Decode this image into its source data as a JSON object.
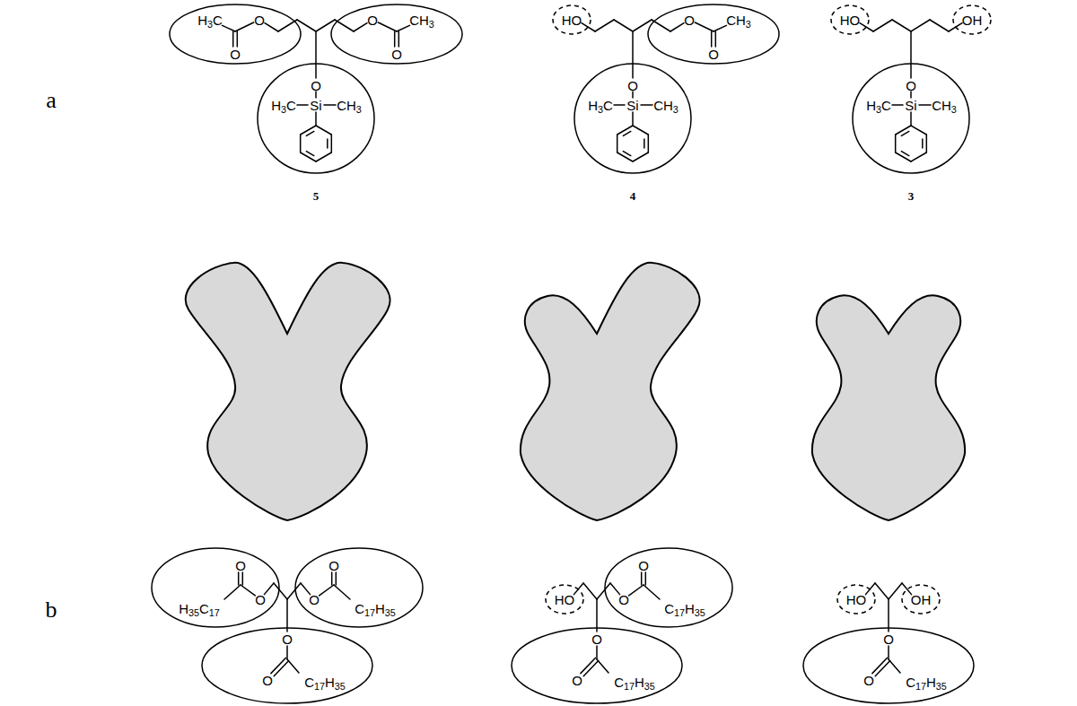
{
  "diagram": {
    "nodes": [
      {
        "text": [
          "H3C",
          "O",
          "O"
        ]
      },
      {
        "text": [
          "O",
          "CH3",
          "O"
        ]
      },
      {
        "text": [
          "O",
          "H3C",
          "Si",
          "CH3"
        ]
      },
      {
        "text": [
          "HO"
        ]
      },
      {
        "text": [
          "O",
          "CH3",
          "O"
        ]
      },
      {
        "text": [
          "O",
          "H3C",
          "Si",
          "CH3"
        ]
      },
      {
        "text": [
          "HO"
        ]
      },
      {
        "text": [
          "OH"
        ]
      },
      {
        "text": [
          "O",
          "H3C",
          "Si",
          "CH3"
        ]
      },
      {
        "text": [
          "O",
          "H35C17",
          "O"
        ]
      },
      {
        "text": [
          "O",
          "O",
          "C17H35"
        ]
      },
      {
        "text": [
          "O",
          "O",
          "C17H35"
        ]
      },
      {
        "text": [
          "HO"
        ]
      },
      {
        "text": [
          "O",
          "O",
          "C17H35"
        ]
      },
      {
        "text": [
          "O",
          "O",
          "C17H35"
        ]
      },
      {
        "text": [
          "HO"
        ]
      },
      {
        "text": [
          "OH"
        ]
      },
      {
        "text": [
          "O",
          "O",
          "C17H35"
        ]
      }
    ],
    "labels": [
      "a",
      "5",
      "4",
      "3",
      "b"
    ]
  }
}
